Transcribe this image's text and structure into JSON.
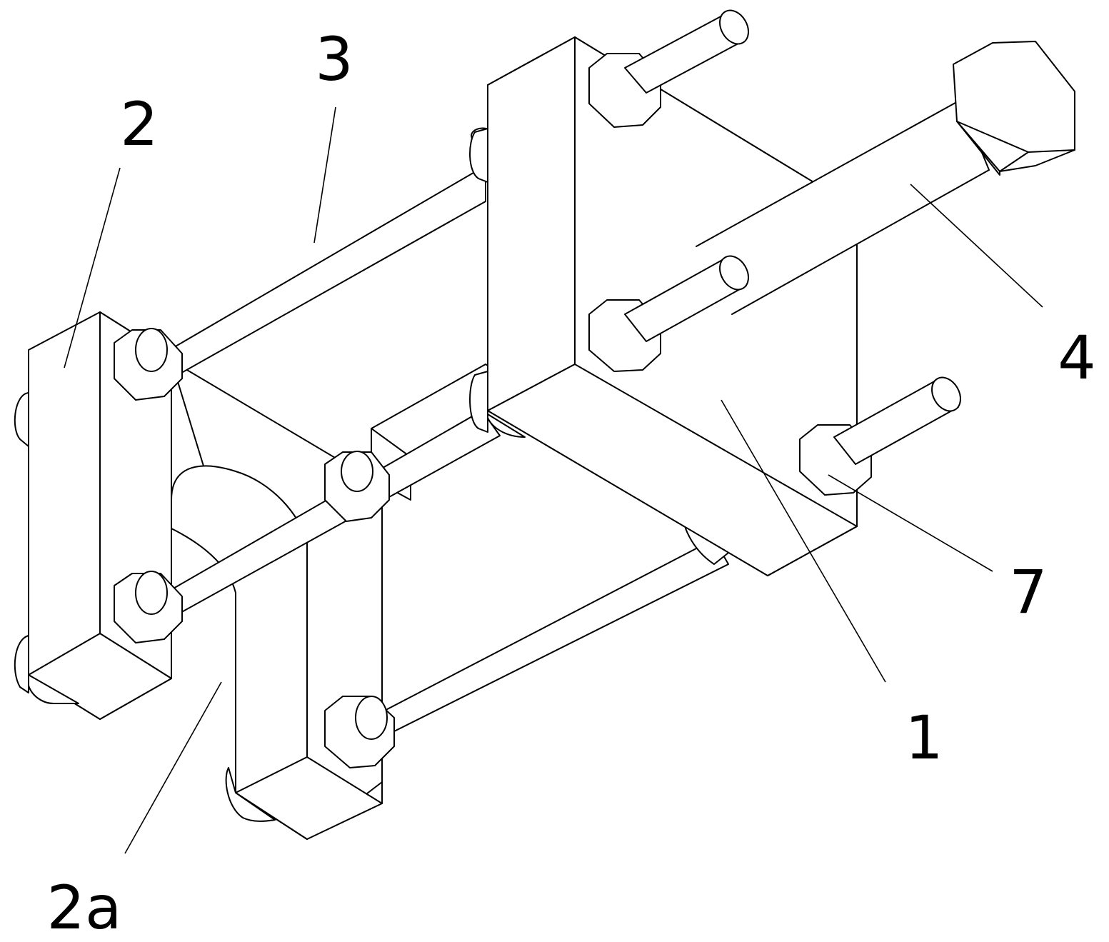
{
  "labels": {
    "l1": "1",
    "l2": "2",
    "l2a": "2a",
    "l3": "3",
    "l4": "4",
    "l7": "7"
  }
}
